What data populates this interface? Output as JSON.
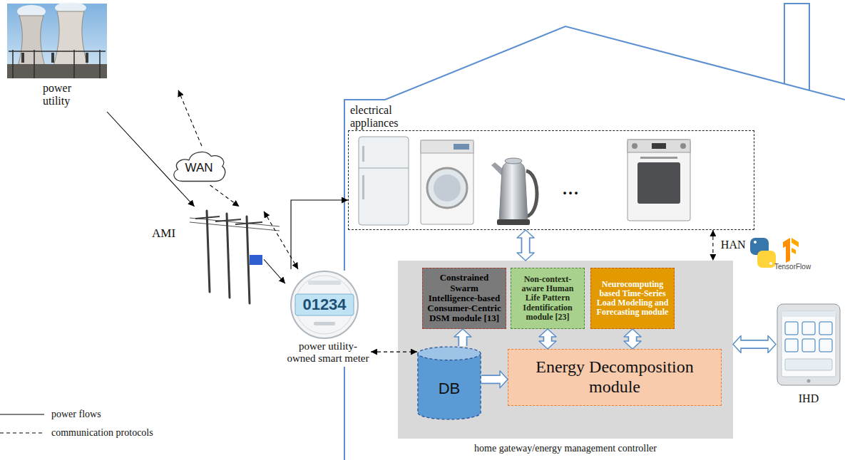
{
  "diagram": {
    "nodes": [
      {
        "text": [
          "power utility"
        ]
      },
      {
        "text": [
          "WAN"
        ]
      },
      {
        "text": [
          "AMI"
        ]
      },
      {
        "text": [
          "01234",
          "power utility- owned smart meter"
        ]
      },
      {
        "text": [
          "electrical appliances"
        ]
      },
      {
        "text": [
          "home gateway/energy management controller"
        ]
      },
      {
        "text": [
          "Constrained Swarm Intelligence-based Consumer-Centric DSM module [13]"
        ],
        "in": 5
      },
      {
        "text": [
          "Non-context-aware Human Life Pattern Identification module [23]"
        ],
        "in": 5
      },
      {
        "text": [
          "Neurocomputing based Time-Series Load Modeling and Forecasting module"
        ],
        "in": 5
      },
      {
        "text": [
          "DB"
        ],
        "in": 5
      },
      {
        "text": [
          "Energy Decomposition module"
        ],
        "in": 5
      },
      {
        "text": [
          "IHD"
        ]
      }
    ],
    "edges": [
      {
        "from": 1,
        "to": 0,
        "arrow": "to"
      },
      {
        "from": 0,
        "to": 2,
        "arrow": "to"
      },
      {
        "from": 1,
        "to": 2,
        "arrow": "to"
      },
      {
        "from": 2,
        "to": 3,
        "arrow": "both"
      },
      {
        "from": 2,
        "to": 3,
        "arrow": "to"
      },
      {
        "from": 3,
        "to": 4,
        "arrow": "to"
      },
      {
        "from": 3,
        "to": 9,
        "arrow": "both"
      },
      {
        "from": 4,
        "to": 5,
        "arrow": "both"
      },
      {
        "from": 4,
        "to": 5,
        "label": "HAN",
        "arrow": "both"
      },
      {
        "from": 9,
        "to": 6,
        "arrow": "to"
      },
      {
        "from": 9,
        "to": 10,
        "arrow": "to"
      },
      {
        "from": 7,
        "to": 10,
        "arrow": "both"
      },
      {
        "from": 8,
        "to": 10,
        "arrow": "both"
      },
      {
        "from": 5,
        "to": 11,
        "arrow": "both"
      }
    ],
    "labels": [
      "...",
      "TensorFlow"
    ],
    "legend": [
      {
        "text": "power flows"
      },
      {
        "text": "communication protocols"
      }
    ]
  }
}
